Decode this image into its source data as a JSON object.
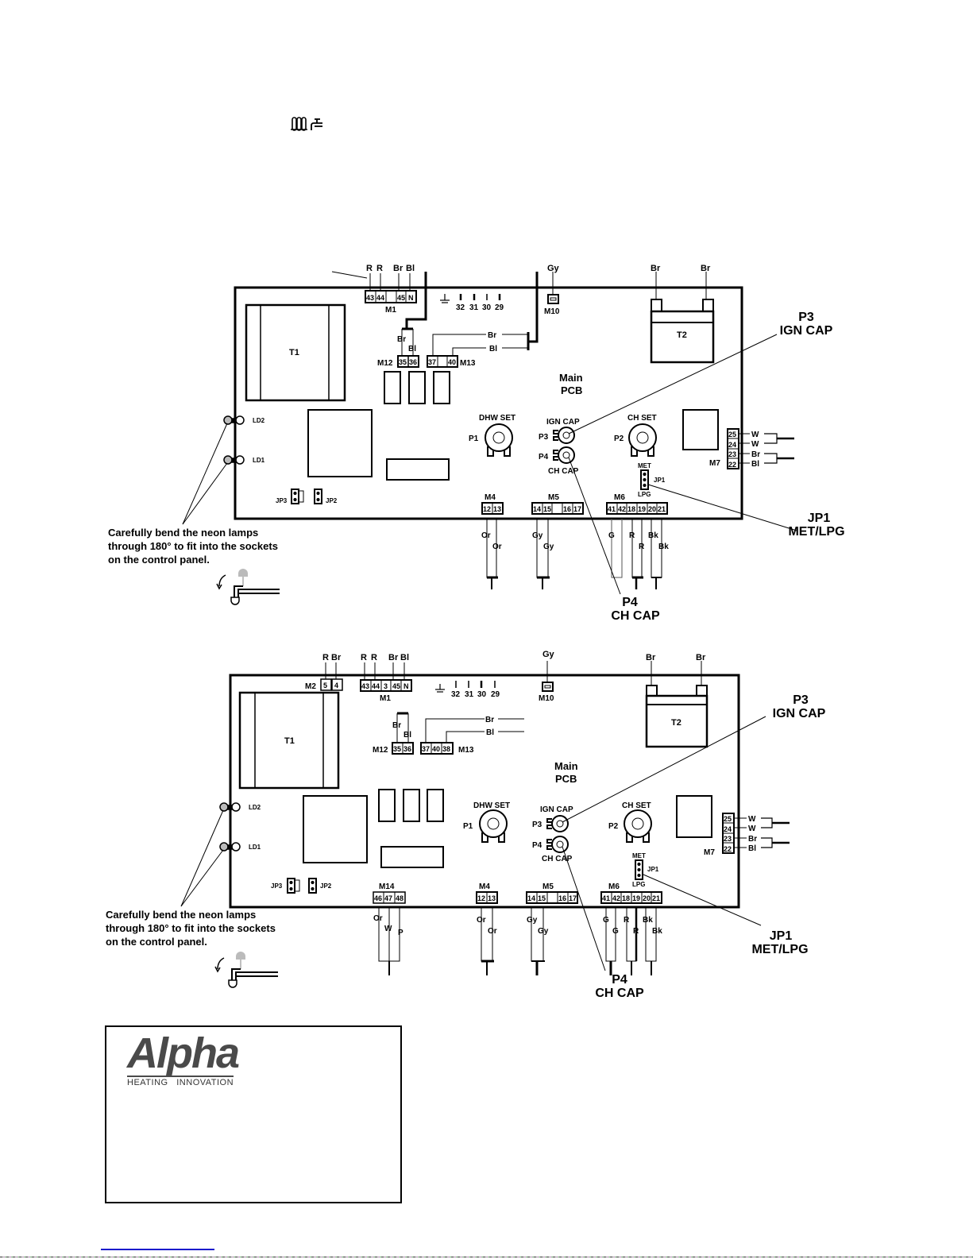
{
  "heading": {
    "icons": [
      "radiator-icon",
      "tap-icon"
    ]
  },
  "diagram1": {
    "pcb_label": [
      "Main",
      "PCB"
    ],
    "transformers": {
      "t1": "T1",
      "t2": "T2"
    },
    "t2_wires": [
      "Br",
      "Br"
    ],
    "m1": {
      "label": "M1",
      "terminals": [
        "43",
        "44",
        "",
        "45",
        "N"
      ],
      "wires": [
        "R",
        "R",
        "Br",
        "Bl"
      ]
    },
    "earth_pins": [
      "32",
      "31",
      "30",
      "29"
    ],
    "m10": {
      "label": "M10",
      "wire": "Gy"
    },
    "m12": {
      "label": "M12",
      "terminals": [
        "35",
        "36"
      ],
      "wires": [
        "Br",
        "Bl"
      ]
    },
    "m13": {
      "label": "M13",
      "terminals": [
        "37",
        "",
        "40"
      ],
      "wires": [
        "Br",
        "Bl"
      ]
    },
    "pots": {
      "p1": {
        "id": "P1",
        "name": "DHW SET"
      },
      "p2": {
        "id": "P2",
        "name": "CH SET"
      },
      "p3": {
        "id": "P3",
        "name": "IGN CAP"
      },
      "p4": {
        "id": "P4",
        "name": "CH CAP"
      }
    },
    "m7": {
      "label": "M7",
      "terminals": [
        "25",
        "24",
        "23",
        "22"
      ],
      "wires": [
        "W",
        "W",
        "Br",
        "Bl"
      ]
    },
    "jp1": {
      "label": "JP1",
      "top": "MET",
      "bottom": "LPG"
    },
    "jp2": "JP2",
    "jp3": "JP3",
    "leds": [
      "LD2",
      "LD1"
    ],
    "m4": {
      "label": "M4",
      "terminals": [
        "12",
        "13"
      ],
      "wires": [
        "Or",
        "Or"
      ]
    },
    "m5": {
      "label": "M5",
      "terminals": [
        "14",
        "15",
        "",
        "16",
        "17"
      ],
      "wires": [
        "Gy",
        "Gy"
      ]
    },
    "m6": {
      "label": "M6",
      "terminals": [
        "41",
        "42",
        "18",
        "19",
        "20",
        "21"
      ],
      "wires": [
        "G",
        "R",
        "R",
        "Bk",
        "Bk"
      ]
    },
    "callouts": {
      "p3": [
        "P3",
        "IGN CAP"
      ],
      "p4": [
        "P4",
        "CH CAP"
      ],
      "jp1": [
        "JP1",
        "MET/LPG"
      ]
    },
    "note": [
      "Carefully bend the neon lamps",
      "through 180° to fit into the sockets",
      "on the control panel."
    ]
  },
  "diagram2": {
    "pcb_label": [
      "Main",
      "PCB"
    ],
    "transformers": {
      "t1": "T1",
      "t2": "T2"
    },
    "t2_wires": [
      "Br",
      "Br"
    ],
    "m2": {
      "label": "M2",
      "terminals": [
        "5",
        "4"
      ],
      "wires": [
        "R",
        "Br"
      ]
    },
    "m1": {
      "label": "M1",
      "terminals": [
        "43",
        "44",
        "3",
        "45",
        "N"
      ],
      "wires": [
        "R",
        "R",
        "Br",
        "Bl"
      ]
    },
    "earth_pins": [
      "32",
      "31",
      "30",
      "29"
    ],
    "m10": {
      "label": "M10",
      "wire": "Gy"
    },
    "m12": {
      "label": "M12",
      "terminals": [
        "35",
        "36"
      ],
      "wires": [
        "Br",
        "Bl"
      ]
    },
    "m13": {
      "label": "M13",
      "terminals": [
        "37",
        "40",
        "38"
      ],
      "wires": [
        "Br",
        "Bl"
      ]
    },
    "pots": {
      "p1": {
        "id": "P1",
        "name": "DHW SET"
      },
      "p2": {
        "id": "P2",
        "name": "CH SET"
      },
      "p3": {
        "id": "P3",
        "name": "IGN CAP"
      },
      "p4": {
        "id": "P4",
        "name": "CH CAP"
      }
    },
    "m7": {
      "label": "M7",
      "terminals": [
        "25",
        "24",
        "23",
        "22"
      ],
      "wires": [
        "W",
        "W",
        "Br",
        "Bl"
      ]
    },
    "jp1": {
      "label": "JP1",
      "top": "MET",
      "bottom": "LPG"
    },
    "jp2": "JP2",
    "jp3": "JP3",
    "leds": [
      "LD2",
      "LD1"
    ],
    "m14": {
      "label": "M14",
      "terminals": [
        "46",
        "47",
        "48"
      ],
      "wires": [
        "Or",
        "W",
        "P"
      ]
    },
    "m4": {
      "label": "M4",
      "terminals": [
        "12",
        "13"
      ],
      "wires": [
        "Or",
        "Or"
      ]
    },
    "m5": {
      "label": "M5",
      "terminals": [
        "14",
        "15",
        "",
        "16",
        "17"
      ],
      "wires": [
        "Gy",
        "Gy"
      ]
    },
    "m6": {
      "label": "M6",
      "terminals": [
        "41",
        "42",
        "18",
        "19",
        "20",
        "21"
      ],
      "wires": [
        "G",
        "G",
        "R",
        "R",
        "Bk",
        "Bk"
      ]
    },
    "callouts": {
      "p3": [
        "P3",
        "IGN CAP"
      ],
      "p4": [
        "P4",
        "CH CAP"
      ],
      "jp1": [
        "JP1",
        "MET/LPG"
      ]
    },
    "note": [
      "Carefully bend the neon lamps",
      "through 180° to fit into the sockets",
      "on the control panel."
    ]
  },
  "logo": {
    "brand": "Alpha",
    "tagline": "HEATING   INNOVATION"
  },
  "colors": {
    "ink": "#000000",
    "logo_gray": "#4a4a4a",
    "lamp_gray": "#bbbbbb",
    "link_blue": "#1a1acc"
  }
}
